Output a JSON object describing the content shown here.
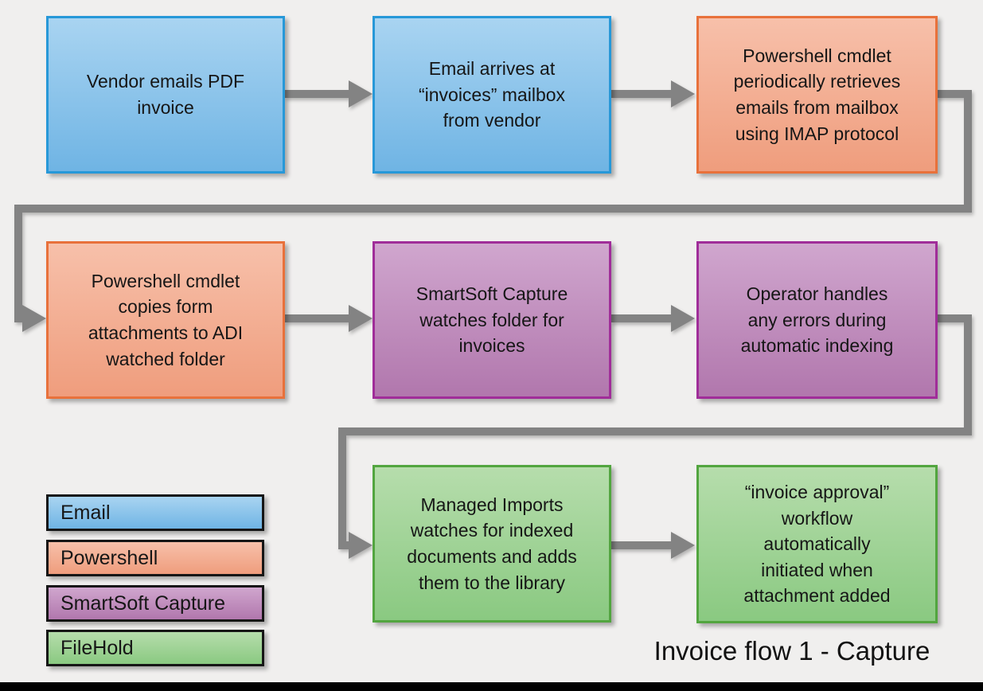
{
  "title": "Invoice flow 1 - Capture",
  "colors": {
    "email_fill": "#6FB4E4",
    "email_border": "#2798D8",
    "powershell_fill": "#EF9D7D",
    "powershell_border": "#E8713B",
    "smartsoft_fill": "#B177AD",
    "smartsoft_border": "#A02D99",
    "filehold_fill": "#8AC981",
    "filehold_border": "#52A53F",
    "connector_gray": "#838383",
    "background": "#F0EFEE"
  },
  "flow": {
    "steps": [
      {
        "category": "Email",
        "text": "Vendor emails PDF\ninvoice"
      },
      {
        "category": "Email",
        "text": "Email arrives at\n“invoices” mailbox\nfrom vendor"
      },
      {
        "category": "Powershell",
        "text": "Powershell cmdlet\nperiodically retrieves\nemails from mailbox\nusing IMAP protocol"
      },
      {
        "category": "Powershell",
        "text": "Powershell cmdlet\ncopies form\nattachments to ADI\nwatched folder"
      },
      {
        "category": "SmartSoft Capture",
        "text": "SmartSoft Capture\nwatches folder for\ninvoices"
      },
      {
        "category": "SmartSoft Capture",
        "text": "Operator handles\nany errors during\nautomatic indexing"
      },
      {
        "category": "FileHold",
        "text": "Managed Imports\nwatches for indexed\ndocuments and adds\nthem to the library"
      },
      {
        "category": "FileHold",
        "text": "“invoice approval”\nworkflow\nautomatically\ninitiated when\nattachment added"
      }
    ]
  },
  "legend": {
    "items": [
      {
        "label": "Email"
      },
      {
        "label": "Powershell"
      },
      {
        "label": "SmartSoft Capture"
      },
      {
        "label": "FileHold"
      }
    ]
  }
}
